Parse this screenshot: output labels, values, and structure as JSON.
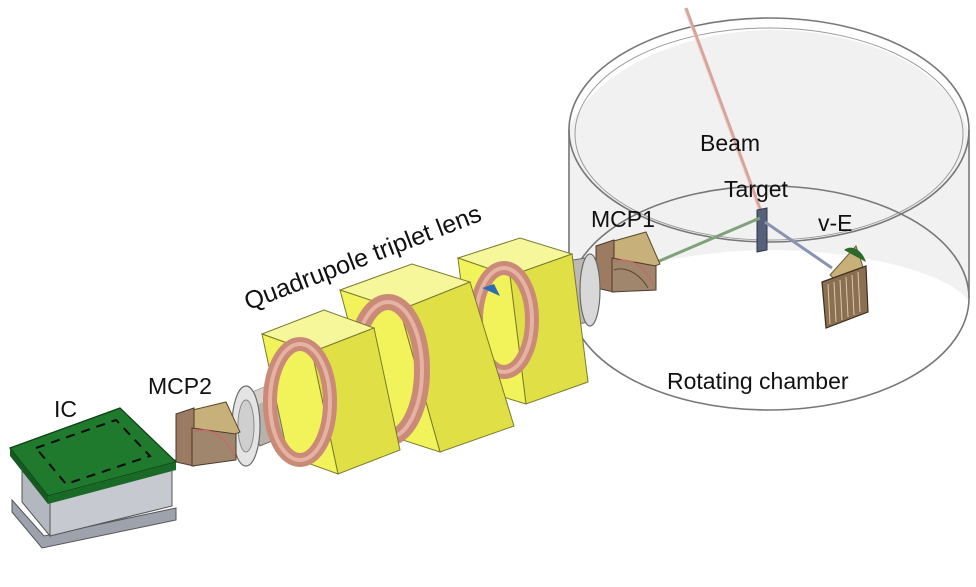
{
  "labels": {
    "beam": "Beam",
    "target": "Target",
    "mcp1": "MCP1",
    "ve": "v-E",
    "quadrupole": "Quadrupole triplet lens",
    "mcp2": "MCP2",
    "ic": "IC",
    "chamber": "Rotating chamber"
  },
  "colors": {
    "yoke_yellow": "#f2f25a",
    "coil_copper": "#d79a8a",
    "pipe_gray": "#b8b2ad",
    "ic_green": "#1f7a2e",
    "ic_body": "#aeb2bc",
    "mcp_tan": "#c8b07a",
    "beam_line": "#7fa27a",
    "chamber_edge": "#777777"
  }
}
